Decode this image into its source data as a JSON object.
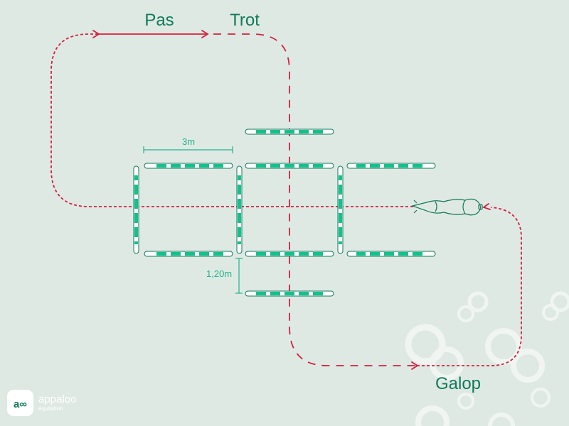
{
  "labels": {
    "pas": "Pas",
    "trot": "Trot",
    "galop": "Galop",
    "width": "3m",
    "spacing": "1,20m"
  },
  "brand": {
    "logo": "appaloo-logo",
    "logo_mark": "a∞",
    "name": "appaloo",
    "tagline": "équitation"
  },
  "colors": {
    "background": "#dfe9e4",
    "path": "#d42040",
    "pole_green": "#14c08c",
    "pole_dark": "#0f7a5a",
    "text": "#0f7a5a",
    "measure": "#1fb48a"
  },
  "icons": {
    "horse": "horse-top-view-icon",
    "watermark": "ring-watermark"
  }
}
